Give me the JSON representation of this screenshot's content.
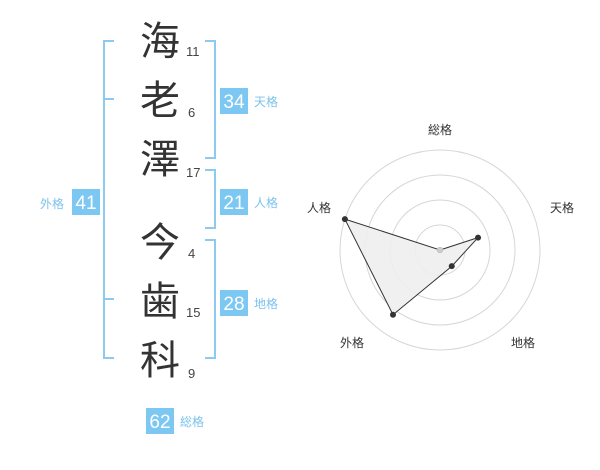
{
  "colors": {
    "accent": "#7cc8f2",
    "bracket": "#8ccaf0",
    "label": "#7cc2ec",
    "glyph": "#333333",
    "radar_fill": "#eeeeee",
    "radar_stroke": "#333333",
    "ring": "#d6d6d6"
  },
  "characters": [
    {
      "char": "海",
      "strokes": "11"
    },
    {
      "char": "老",
      "strokes": "6"
    },
    {
      "char": "澤",
      "strokes": "17"
    },
    {
      "char": "今",
      "strokes": "4"
    },
    {
      "char": "歯",
      "strokes": "15"
    },
    {
      "char": "科",
      "strokes": "9"
    }
  ],
  "kaku": {
    "tenkaku": {
      "value": "34",
      "label": "天格"
    },
    "jinkaku": {
      "value": "21",
      "label": "人格"
    },
    "chikaku": {
      "value": "28",
      "label": "地格"
    },
    "gaikaku": {
      "value": "41",
      "label": "外格"
    },
    "soukaku": {
      "value": "62",
      "label": "総格"
    }
  },
  "chart_data": {
    "type": "radar",
    "axes": [
      "総格",
      "天格",
      "地格",
      "外格",
      "人格"
    ],
    "values": [
      0.0,
      0.4,
      0.2,
      0.8,
      1.0
    ],
    "rings": 4,
    "range": [
      0,
      1
    ]
  }
}
